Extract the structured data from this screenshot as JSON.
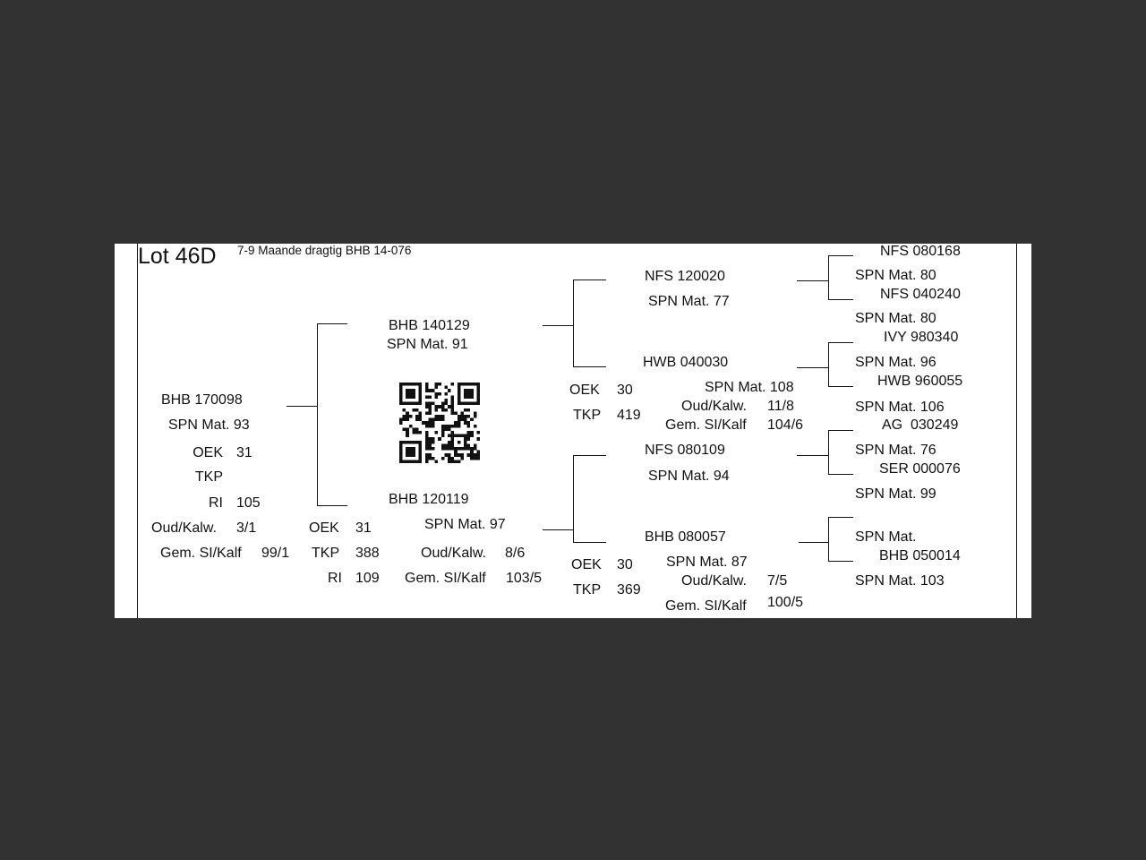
{
  "header": {
    "lot": "Lot 46D",
    "subtitle": "7-9 Maande dragtig BHB 14-076"
  },
  "colors": {
    "background": "#323232",
    "page": "#ffffff",
    "ink": "#111111"
  },
  "animal": {
    "id": "BHB 170098",
    "spn": "SPN Mat. 93",
    "oek_label": "OEK",
    "oek": "31",
    "tkp_label": "TKP",
    "tkp": "",
    "ri_label": "RI",
    "ri": "105",
    "oud_label": "Oud/Kalw.",
    "oud": "3/1",
    "gem_label": "Gem. SI/Kalf",
    "gem": "99/1"
  },
  "sire": {
    "id": "BHB 140129",
    "spn": "SPN Mat. 91"
  },
  "dam": {
    "id": "BHB 120119",
    "spn": "SPN Mat. 97",
    "oek_label": "OEK",
    "oek": "31",
    "tkp_label": "TKP",
    "tkp": "388",
    "ri_label": "RI",
    "ri": "109",
    "oud_label": "Oud/Kalw.",
    "oud": "8/6",
    "gem_label": "Gem. SI/Kalf",
    "gem": "103/5"
  },
  "sire_sire": {
    "id": "NFS 120020",
    "spn": "SPN Mat. 77"
  },
  "sire_dam": {
    "id": "HWB 040030",
    "spn": "SPN Mat. 108",
    "oek_label": "OEK",
    "oek": "30",
    "tkp_label": "TKP",
    "tkp": "419",
    "oud_label": "Oud/Kalw.",
    "oud": "11/8",
    "gem_label": "Gem. SI/Kalf",
    "gem": "104/6"
  },
  "dam_sire": {
    "id": "NFS 080109",
    "spn": "SPN Mat. 94"
  },
  "dam_dam": {
    "id": "BHB 080057",
    "spn": "SPN Mat. 87",
    "oek_label": "OEK",
    "oek": "30",
    "tkp_label": "TKP",
    "tkp": "369",
    "oud_label": "Oud/Kalw.",
    "oud": "7/5",
    "gem_label": "Gem. SI/Kalf",
    "gem": "100/5"
  },
  "gen3": [
    {
      "id": "NFS 080168",
      "spn": "SPN Mat. 80"
    },
    {
      "id": "NFS 040240",
      "spn": "SPN Mat. 80"
    },
    {
      "id": "IVY 980340",
      "spn": "SPN Mat. 96"
    },
    {
      "id": "HWB 960055",
      "spn": "SPN Mat. 106"
    },
    {
      "id": "AG  030249",
      "spn": "SPN Mat. 76"
    },
    {
      "id": "SER 000076",
      "spn": "SPN Mat. 99"
    },
    {
      "id": "",
      "spn": "SPN Mat."
    },
    {
      "id": "BHB 050014",
      "spn": "SPN Mat. 103"
    }
  ],
  "qr": {
    "label": "qr-code"
  }
}
